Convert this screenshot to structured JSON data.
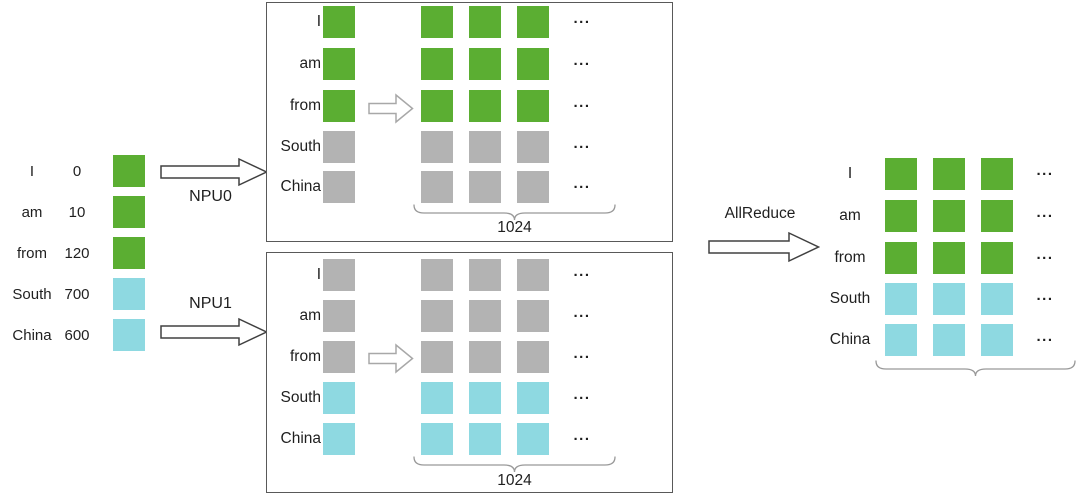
{
  "palette": {
    "green": "#5bae32",
    "cyan": "#8ed9e1",
    "gray": "#b3b3b3"
  },
  "dots": "...",
  "vocab_table": {
    "rows": [
      {
        "word": "I",
        "id": "0",
        "color": "#5bae32"
      },
      {
        "word": "am",
        "id": "10",
        "color": "#5bae32"
      },
      {
        "word": "from",
        "id": "120",
        "color": "#5bae32"
      },
      {
        "word": "South",
        "id": "700",
        "color": "#8ed9e1"
      },
      {
        "word": "China",
        "id": "600",
        "color": "#8ed9e1"
      }
    ]
  },
  "arrows": {
    "npu0": "NPU0",
    "npu1": "NPU1",
    "allreduce": "AllReduce"
  },
  "npu0_box": {
    "width_label": "1024",
    "rows": [
      {
        "word": "I",
        "color": "#5bae32"
      },
      {
        "word": "am",
        "color": "#5bae32"
      },
      {
        "word": "from",
        "color": "#5bae32"
      },
      {
        "word": "South",
        "color": "#b3b3b3"
      },
      {
        "word": "China",
        "color": "#b3b3b3"
      }
    ]
  },
  "npu1_box": {
    "width_label": "1024",
    "rows": [
      {
        "word": "I",
        "color": "#b3b3b3"
      },
      {
        "word": "am",
        "color": "#b3b3b3"
      },
      {
        "word": "from",
        "color": "#b3b3b3"
      },
      {
        "word": "South",
        "color": "#8ed9e1"
      },
      {
        "word": "China",
        "color": "#8ed9e1"
      }
    ]
  },
  "result": {
    "rows": [
      {
        "word": "I",
        "color": "#5bae32"
      },
      {
        "word": "am",
        "color": "#5bae32"
      },
      {
        "word": "from",
        "color": "#5bae32"
      },
      {
        "word": "South",
        "color": "#8ed9e1"
      },
      {
        "word": "China",
        "color": "#8ed9e1"
      }
    ]
  }
}
